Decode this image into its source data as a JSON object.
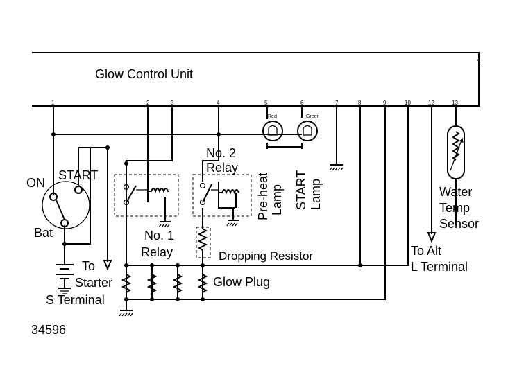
{
  "unit": {
    "title": "Glow Control Unit"
  },
  "pins": [
    "1",
    "2",
    "3",
    "4",
    "5",
    "6",
    "7",
    "8",
    "9",
    "10",
    "12",
    "13"
  ],
  "lamp_colors": {
    "red": "Red",
    "green": "Green"
  },
  "labels": {
    "on": "ON",
    "start": "START",
    "bat": "Bat",
    "no2_relay_line1": "No. 2",
    "no2_relay_line2": "Relay",
    "no1_relay_line1": "No. 1",
    "no1_relay_line2": "Relay",
    "preheat_line1": "Pre-heat",
    "preheat_line2": "Lamp",
    "start_lamp_line1": "START",
    "start_lamp_line2": "Lamp",
    "water_line1": "Water",
    "water_line2": "Temp",
    "water_line3": "Sensor",
    "to_line": "To",
    "starter_line": "Starter",
    "s_terminal_line": "S Terminal",
    "dropping_resistor": "Dropping Resistor",
    "glow_plug": "Glow Plug",
    "to_alt": "To Alt",
    "l_terminal": "L Terminal"
  },
  "figure_number": "34596"
}
